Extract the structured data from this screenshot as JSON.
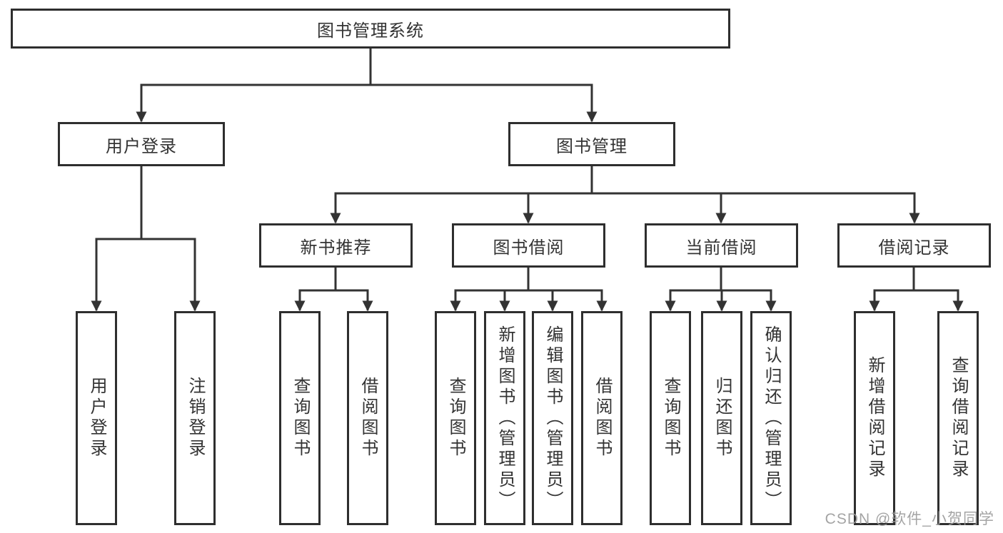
{
  "tree": {
    "root": {
      "label": "图书管理系统"
    },
    "branches": [
      {
        "label": "用户登录",
        "leaves": [
          "用户登录",
          "注销登录"
        ]
      },
      {
        "label": "图书管理",
        "groups": [
          {
            "label": "新书推荐",
            "leaves": [
              "查询图书",
              "借阅图书"
            ]
          },
          {
            "label": "图书借阅",
            "leaves": [
              "查询图书",
              "新增图书（管理员）",
              "编辑图书（管理员）",
              "借阅图书"
            ]
          },
          {
            "label": "当前借阅",
            "leaves": [
              "查询图书",
              "归还图书",
              "确认归还（管理员）"
            ]
          },
          {
            "label": "借阅记录",
            "leaves": [
              "新增借阅记录",
              "查询借阅记录"
            ]
          }
        ]
      }
    ]
  },
  "watermark": "CSDN @软件_小贺同学",
  "colors": {
    "line": "#333333",
    "text": "#333333",
    "box_border": "#2e2e2e",
    "background": "#ffffff",
    "watermark": "#9b9b9b"
  }
}
